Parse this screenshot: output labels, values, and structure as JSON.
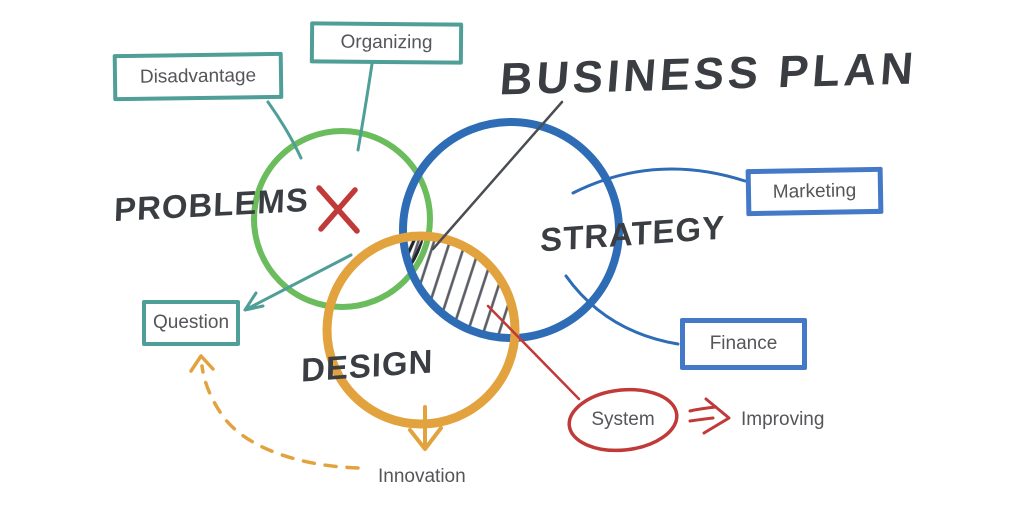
{
  "title": {
    "text": "BUSINESS PLAN"
  },
  "venn": {
    "circles": [
      {
        "id": "problems",
        "label": "PROBLEMS",
        "color": "#6abc5d"
      },
      {
        "id": "strategy",
        "label": "STRATEGY",
        "color": "#2e6db5"
      },
      {
        "id": "design",
        "label": "DESIGN",
        "color": "#e2a33f"
      }
    ],
    "overlap_style": "diagonal-hatch"
  },
  "callouts": [
    {
      "id": "disadvantage",
      "label": "Disadvantage",
      "border_color": "#4f9e97",
      "attached_to": "problems"
    },
    {
      "id": "organizing",
      "label": "Organizing",
      "border_color": "#4f9e97",
      "attached_to": "problems"
    },
    {
      "id": "question",
      "label": "Question",
      "border_color": "#4f9e97",
      "attached_to": "problems"
    },
    {
      "id": "marketing",
      "label": "Marketing",
      "border_color": "#4479c8",
      "attached_to": "strategy"
    },
    {
      "id": "finance",
      "label": "Finance",
      "border_color": "#4479c8",
      "attached_to": "strategy"
    }
  ],
  "annotations": {
    "system": "System",
    "improving": "Improving",
    "innovation": "Innovation",
    "cross_mark": "X"
  },
  "colors": {
    "teal": "#4f9e97",
    "green": "#6abc5d",
    "blue_circle": "#2e6db5",
    "blue_box": "#4479c8",
    "orange": "#e2a33f",
    "red": "#bf3a38",
    "ink": "#3a3d42",
    "label_text": "#55555a",
    "hatch": "#5a5d64",
    "hatch_dark": "#20242c",
    "background": "#ffffff"
  }
}
